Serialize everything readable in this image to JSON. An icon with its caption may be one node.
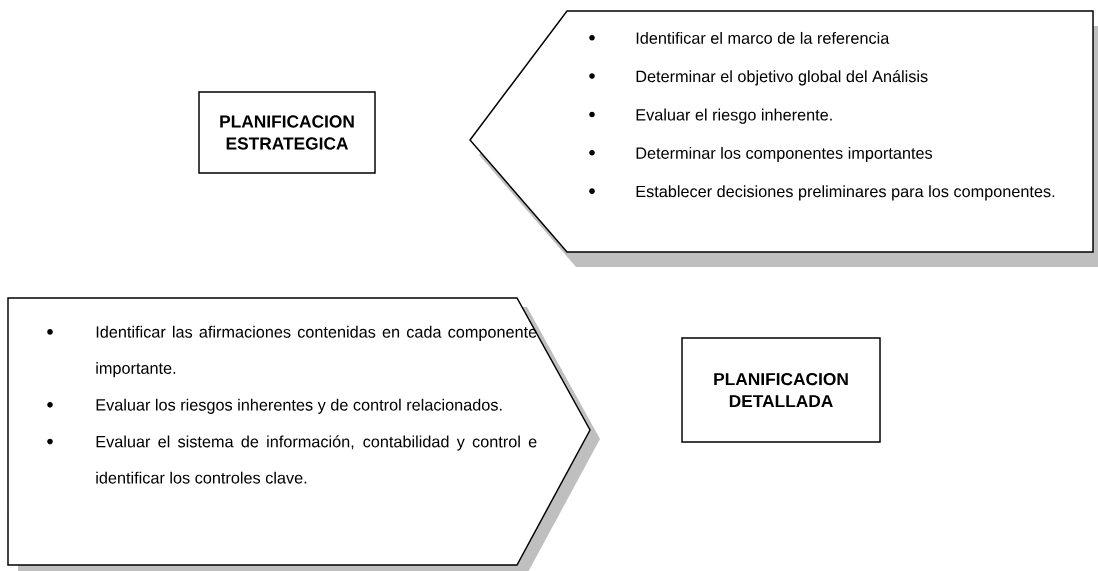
{
  "diagram": {
    "nodes": [
      {
        "text": [
          "PLANIFICACION ESTRATEGICA"
        ]
      },
      {
        "text": [
          "Identificar el marco de la referencia",
          "Determinar el objetivo global del Análisis",
          "Evaluar el riesgo inherente.",
          "Determinar los componentes importantes",
          "Establecer decisiones preliminares para los componentes."
        ]
      },
      {
        "text": [
          "Identificar las afirmaciones contenidas en cada componente importante.",
          "Evaluar los riesgos inherentes y de control relacionados.",
          "Evaluar el sistema de información, contabilidad y control e identificar los controles clave."
        ]
      },
      {
        "text": [
          "PLANIFICACION DETALLADA"
        ]
      }
    ]
  }
}
